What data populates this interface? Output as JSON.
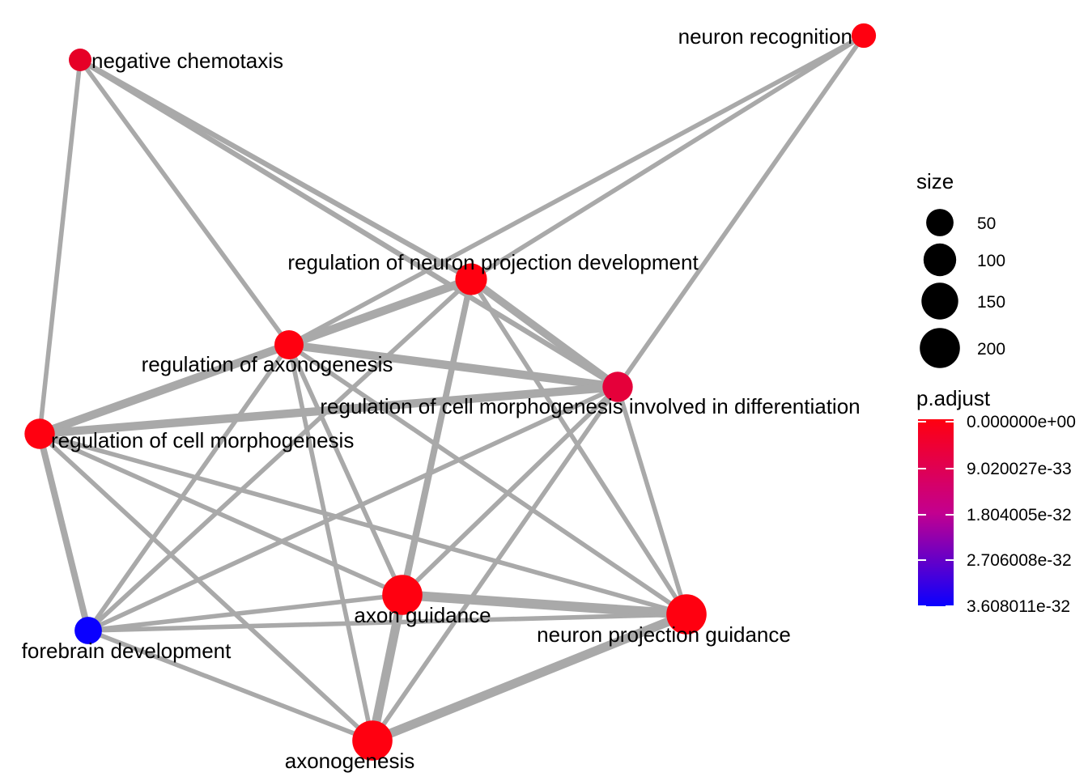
{
  "chart_data": {
    "type": "network",
    "nodes": [
      {
        "id": "negative_chemotaxis",
        "label": "negative chemotaxis",
        "size": 20,
        "color": "#e60026"
      },
      {
        "id": "neuron_recognition",
        "label": "neuron recognition",
        "size": 30,
        "color": "#ff0010"
      },
      {
        "id": "reg_neuron_proj_dev",
        "label": "regulation of neuron projection development",
        "size": 90,
        "color": "#ff0010"
      },
      {
        "id": "reg_axonogenesis",
        "label": "regulation of axonogenesis",
        "size": 65,
        "color": "#ff0010"
      },
      {
        "id": "reg_cell_morph_diff",
        "label": "regulation of cell morphogenesis involved in differentiation",
        "size": 75,
        "color": "#e5003a"
      },
      {
        "id": "reg_cell_morph",
        "label": "regulation of cell morphogenesis",
        "size": 75,
        "color": "#ff0010"
      },
      {
        "id": "forebrain_dev",
        "label": "forebrain development",
        "size": 50,
        "color": "#0a00ff"
      },
      {
        "id": "axon_guidance",
        "label": "axon guidance",
        "size": 200,
        "color": "#ff0010"
      },
      {
        "id": "neuron_proj_guidance",
        "label": "neuron projection guidance",
        "size": 200,
        "color": "#ff0010"
      },
      {
        "id": "axonogenesis",
        "label": "axonogenesis",
        "size": 200,
        "color": "#ff0010"
      }
    ],
    "edges": [
      {
        "source": "negative_chemotaxis",
        "target": "reg_neuron_proj_dev",
        "weight": 0.3
      },
      {
        "source": "negative_chemotaxis",
        "target": "reg_cell_morph_diff",
        "weight": 0.3
      },
      {
        "source": "negative_chemotaxis",
        "target": "reg_axonogenesis",
        "weight": 0.2
      },
      {
        "source": "negative_chemotaxis",
        "target": "reg_cell_morph",
        "weight": 0.2
      },
      {
        "source": "neuron_recognition",
        "target": "reg_neuron_proj_dev",
        "weight": 0.2
      },
      {
        "source": "neuron_recognition",
        "target": "reg_axonogenesis",
        "weight": 0.2
      },
      {
        "source": "neuron_recognition",
        "target": "reg_cell_morph_diff",
        "weight": 0.2
      },
      {
        "source": "reg_neuron_proj_dev",
        "target": "reg_axonogenesis",
        "weight": 0.8
      },
      {
        "source": "reg_neuron_proj_dev",
        "target": "reg_cell_morph_diff",
        "weight": 0.7
      },
      {
        "source": "reg_neuron_proj_dev",
        "target": "axon_guidance",
        "weight": 0.4
      },
      {
        "source": "reg_neuron_proj_dev",
        "target": "axonogenesis",
        "weight": 0.4
      },
      {
        "source": "reg_neuron_proj_dev",
        "target": "neuron_proj_guidance",
        "weight": 0.2
      },
      {
        "source": "reg_neuron_proj_dev",
        "target": "forebrain_dev",
        "weight": 0.2
      },
      {
        "source": "reg_axonogenesis",
        "target": "reg_cell_morph_diff",
        "weight": 0.8
      },
      {
        "source": "reg_axonogenesis",
        "target": "reg_cell_morph",
        "weight": 0.8
      },
      {
        "source": "reg_axonogenesis",
        "target": "axon_guidance",
        "weight": 0.2
      },
      {
        "source": "reg_axonogenesis",
        "target": "axonogenesis",
        "weight": 0.2
      },
      {
        "source": "reg_axonogenesis",
        "target": "neuron_proj_guidance",
        "weight": 0.2
      },
      {
        "source": "reg_axonogenesis",
        "target": "forebrain_dev",
        "weight": 0.2
      },
      {
        "source": "reg_cell_morph_diff",
        "target": "reg_cell_morph",
        "weight": 0.8
      },
      {
        "source": "reg_cell_morph_diff",
        "target": "axon_guidance",
        "weight": 0.2
      },
      {
        "source": "reg_cell_morph_diff",
        "target": "axonogenesis",
        "weight": 0.2
      },
      {
        "source": "reg_cell_morph_diff",
        "target": "neuron_proj_guidance",
        "weight": 0.2
      },
      {
        "source": "reg_cell_morph_diff",
        "target": "forebrain_dev",
        "weight": 0.2
      },
      {
        "source": "reg_cell_morph",
        "target": "forebrain_dev",
        "weight": 0.5
      },
      {
        "source": "reg_cell_morph",
        "target": "axon_guidance",
        "weight": 0.2
      },
      {
        "source": "reg_cell_morph",
        "target": "axonogenesis",
        "weight": 0.2
      },
      {
        "source": "reg_cell_morph",
        "target": "neuron_proj_guidance",
        "weight": 0.2
      },
      {
        "source": "axon_guidance",
        "target": "neuron_proj_guidance",
        "weight": 1.0
      },
      {
        "source": "axon_guidance",
        "target": "axonogenesis",
        "weight": 0.9
      },
      {
        "source": "axon_guidance",
        "target": "forebrain_dev",
        "weight": 0.2
      },
      {
        "source": "neuron_proj_guidance",
        "target": "axonogenesis",
        "weight": 0.9
      },
      {
        "source": "neuron_proj_guidance",
        "target": "forebrain_dev",
        "weight": 0.2
      },
      {
        "source": "axonogenesis",
        "target": "forebrain_dev",
        "weight": 0.2
      }
    ],
    "legend_size": {
      "title": "size",
      "items": [
        {
          "label": "50",
          "value": 50
        },
        {
          "label": "100",
          "value": 100
        },
        {
          "label": "150",
          "value": 150
        },
        {
          "label": "200",
          "value": 200
        }
      ]
    },
    "legend_color": {
      "title": "p.adjust",
      "low_color": "#ff0010",
      "high_color": "#0a00ff",
      "ticks": [
        "0.000000e+00",
        "9.020027e-33",
        "1.804005e-32",
        "2.706008e-32",
        "3.608011e-32"
      ]
    }
  }
}
